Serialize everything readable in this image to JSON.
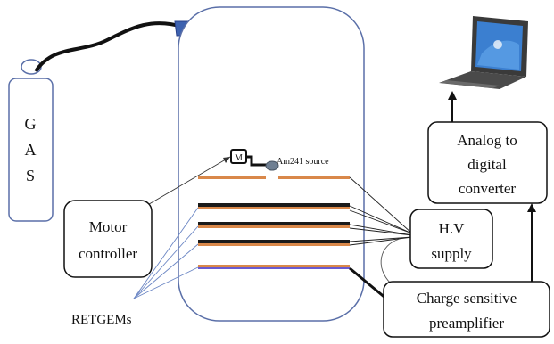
{
  "gas_cylinder": {
    "letters": [
      "G",
      "A",
      "S"
    ]
  },
  "motor_badge": "M",
  "source_label": "Am241 source",
  "motor_controller": {
    "lines": [
      "Motor",
      "controller"
    ]
  },
  "hv_supply": {
    "lines": [
      "H.V",
      "supply"
    ]
  },
  "charge_preamp": {
    "lines": [
      "Charge sensitive",
      "preamplifier"
    ]
  },
  "adc": {
    "lines": [
      "Analog to",
      "digital",
      "converter"
    ]
  },
  "retgems_label": "RETGEMs",
  "colors": {
    "vessel_stroke": "#5a6fa8",
    "electrode_copper": "#d9884a",
    "electrode_dark": "#1a1a1a",
    "cable": "#111111",
    "box_stroke": "#111111",
    "laptop_body": "#3a3a3a",
    "laptop_screen": "#3b7fd0"
  }
}
